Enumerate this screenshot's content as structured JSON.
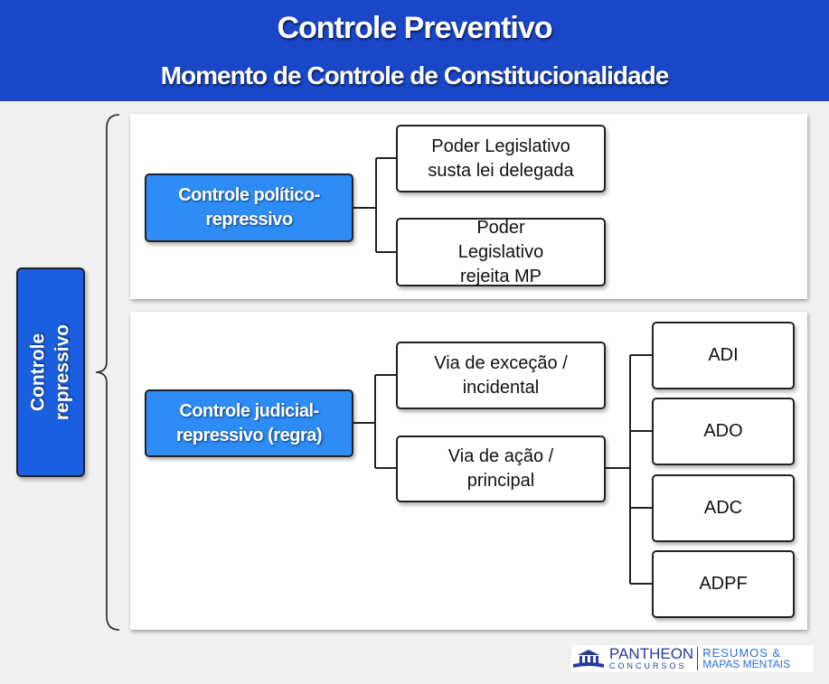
{
  "header": {
    "title": "Controle Preventivo",
    "subtitle": "Momento de Controle de Constitucionalidade"
  },
  "root": {
    "label": "Controle repressivo"
  },
  "political": {
    "label": "Controle político-repressivo",
    "children": [
      "Poder Legislativo susta lei delegada",
      "Poder Legislativo rejeita MP"
    ]
  },
  "judicial": {
    "label": "Controle judicial-repressivo (regra)",
    "children": [
      "Via de exceção / incidental",
      "Via de ação / principal"
    ],
    "actions": [
      "ADI",
      "ADO",
      "ADC",
      "ADPF"
    ]
  },
  "logo": {
    "brand": "PANTHEON",
    "sub": "CONCURSOS",
    "tag1": "RESUMOS &",
    "tag2": "MAPAS MENTAIS"
  },
  "colors": {
    "header": "#1a47c8",
    "node": "#2d8cf5",
    "root": "#1a5fe0"
  }
}
